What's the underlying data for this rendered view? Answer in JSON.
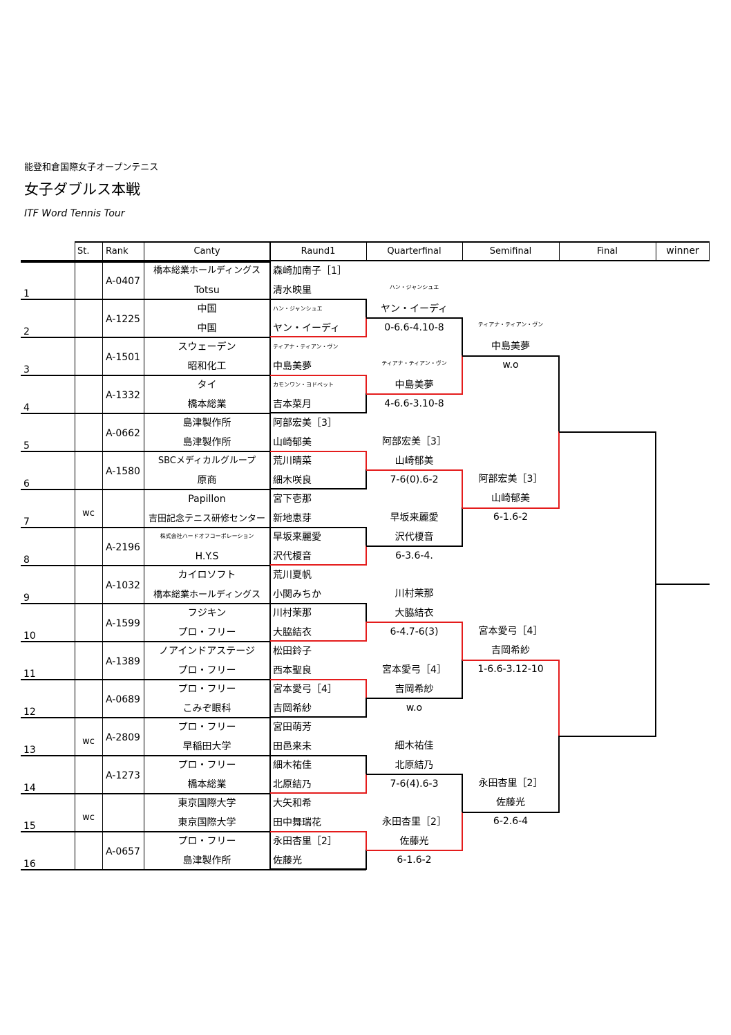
{
  "header": {
    "subtitle": "能登和倉国際女子オープンテニス",
    "title": "女子ダブルス本戦",
    "tour": "ITF Word Tennis Tour"
  },
  "columns": {
    "st": "St.",
    "rank": "Rank",
    "canty": "Canty",
    "round1": "Raund1",
    "quarterfinal": "Quarterfinal",
    "semifinal": "Semifinal",
    "final": "Final",
    "winner": "winner"
  },
  "entries": [
    {
      "num": "1",
      "st": "",
      "rank": "A-0407",
      "canty": [
        "橋本総業ホールディングス",
        "Totsu"
      ],
      "players": [
        "森崎加南子［1］",
        "清水映里"
      ]
    },
    {
      "num": "2",
      "st": "",
      "rank": "A-1225",
      "canty": [
        "中国",
        "中国"
      ],
      "players": [
        "ハン・ジャンシュエ",
        "ヤン・イーディ"
      ]
    },
    {
      "num": "3",
      "st": "",
      "rank": "A-1501",
      "canty": [
        "スウェーデン",
        "昭和化工"
      ],
      "players": [
        "ティアナ・ティアン・ヴン",
        "中島美夢"
      ]
    },
    {
      "num": "4",
      "st": "",
      "rank": "A-1332",
      "canty": [
        "タイ",
        "橋本総業"
      ],
      "players": [
        "カモンワン・ヨドペット",
        "吉本菜月"
      ]
    },
    {
      "num": "5",
      "st": "",
      "rank": "A-0662",
      "canty": [
        "島津製作所",
        "島津製作所"
      ],
      "players": [
        "阿部宏美［3］",
        "山崎郁美"
      ]
    },
    {
      "num": "6",
      "st": "",
      "rank": "A-1580",
      "canty": [
        "SBCメディカルグループ",
        "原商"
      ],
      "players": [
        "荒川晴菜",
        "細木咲良"
      ]
    },
    {
      "num": "7",
      "st": "wc",
      "rank": "",
      "canty": [
        "Papillon",
        "吉田記念テニス研修センター"
      ],
      "players": [
        "宮下壱那",
        "新地恵芽"
      ]
    },
    {
      "num": "8",
      "st": "",
      "rank": "A-2196",
      "canty": [
        "株式会社ハードオフコーポレーション",
        "H.Y.S"
      ],
      "players": [
        "早坂来麗愛",
        "沢代榎音"
      ]
    },
    {
      "num": "9",
      "st": "",
      "rank": "A-1032",
      "canty": [
        "カイロソフト",
        "橋本総業ホールディングス"
      ],
      "players": [
        "荒川夏帆",
        "小関みちか"
      ]
    },
    {
      "num": "10",
      "st": "",
      "rank": "A-1599",
      "canty": [
        "フジキン",
        "プロ・フリー"
      ],
      "players": [
        "川村茉那",
        "大脇結衣"
      ]
    },
    {
      "num": "11",
      "st": "",
      "rank": "A-1389",
      "canty": [
        "ノアインドアステージ",
        "プロ・フリー"
      ],
      "players": [
        "松田鈴子",
        "西本聖良"
      ]
    },
    {
      "num": "12",
      "st": "",
      "rank": "A-0689",
      "canty": [
        "プロ・フリー",
        "こみぞ眼科"
      ],
      "players": [
        "宮本愛弓［4］",
        "吉岡希紗"
      ]
    },
    {
      "num": "13",
      "st": "wc",
      "rank": "A-2809",
      "canty": [
        "プロ・フリー",
        "早稲田大学"
      ],
      "players": [
        "宮田萌芳",
        "田邑来未"
      ]
    },
    {
      "num": "14",
      "st": "",
      "rank": "A-1273",
      "canty": [
        "プロ・フリー",
        "橋本総業"
      ],
      "players": [
        "細木祐佳",
        "北原結乃"
      ]
    },
    {
      "num": "15",
      "st": "wc",
      "rank": "",
      "canty": [
        "東京国際大学",
        "東京国際大学"
      ],
      "players": [
        "大矢和希",
        "田中舞瑞花"
      ]
    },
    {
      "num": "16",
      "st": "",
      "rank": "A-0657",
      "canty": [
        "プロ・フリー",
        "島津製作所"
      ],
      "players": [
        "永田杏里［2］",
        "佐藤光"
      ]
    }
  ],
  "quarterfinal": [
    {
      "players": [
        "ハン・ジャンシュエ",
        "ヤン・イーディ"
      ],
      "score": "0-6.6-4.10-8"
    },
    {
      "players": [
        "ティアナ・ティアン・ヴン",
        "中島美夢"
      ],
      "score": "4-6.6-3.10-8"
    },
    {
      "players": [
        "阿部宏美［3］",
        "山崎郁美"
      ],
      "score": "7-6(0).6-2"
    },
    {
      "players": [
        "早坂来麗愛",
        "沢代榎音"
      ],
      "score": "6-3.6-4."
    },
    {
      "players": [
        "川村茉那",
        "大脇結衣"
      ],
      "score": "6-4.7-6(3)"
    },
    {
      "players": [
        "宮本愛弓［4］",
        "吉岡希紗"
      ],
      "score": "w.o"
    },
    {
      "players": [
        "細木祐佳",
        "北原結乃"
      ],
      "score": "7-6(4).6-3"
    },
    {
      "players": [
        "永田杏里［2］",
        "佐藤光"
      ],
      "score": "6-1.6-2"
    }
  ],
  "semifinal": [
    {
      "players": [
        "ティアナ・ティアン・ヴン",
        "中島美夢"
      ],
      "score": "w.o"
    },
    {
      "players": [
        "阿部宏美［3］",
        "山崎郁美"
      ],
      "score": "6-1.6-2"
    },
    {
      "players": [
        "宮本愛弓［4］",
        "吉岡希紗"
      ],
      "score": "1-6.6-3.12-10"
    },
    {
      "players": [
        "永田杏里［2］",
        "佐藤光"
      ],
      "score": "6-2.6-4"
    }
  ]
}
